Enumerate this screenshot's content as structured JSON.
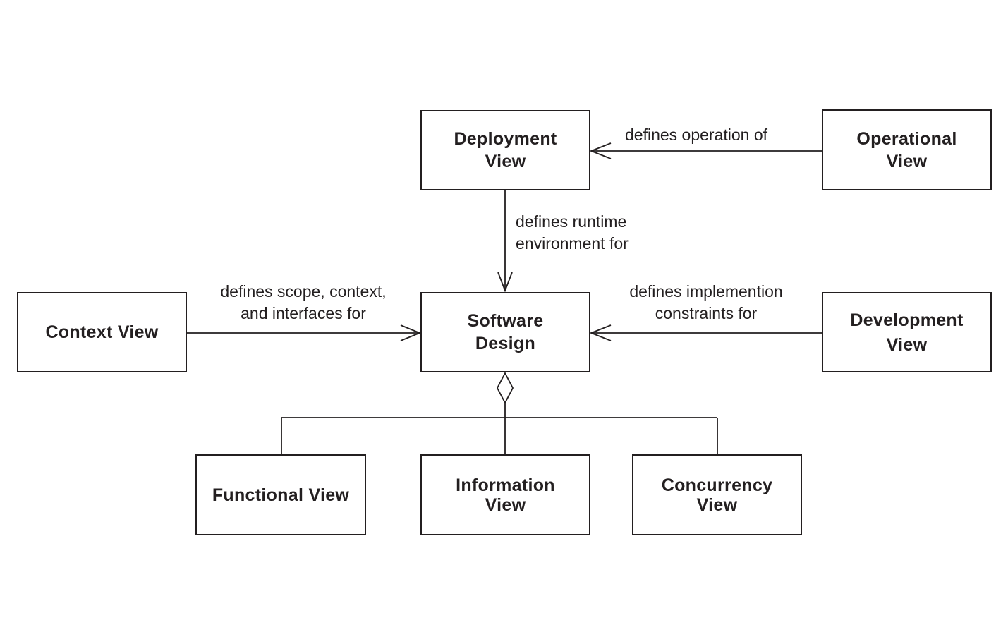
{
  "nodes": {
    "deployment": {
      "line1": "Deployment",
      "line2": "View"
    },
    "operational": {
      "line1": "Operational",
      "line2": "View"
    },
    "context": {
      "line1": "Context View"
    },
    "software": {
      "line1": "Software",
      "line2": "Design"
    },
    "development": {
      "line1": "Development",
      "line2": "View"
    },
    "functional": {
      "line1": "Functional View"
    },
    "information": {
      "line1": "Information",
      "line2": "View"
    },
    "concurrency": {
      "line1": "Concurrency",
      "line2": "View"
    }
  },
  "edges": {
    "operational_to_deployment": {
      "line1": "defines operation of"
    },
    "deployment_to_software": {
      "line1": "defines runtime",
      "line2": "environment for"
    },
    "context_to_software": {
      "line1": "defines scope, context,",
      "line2": "and interfaces for"
    },
    "development_to_software": {
      "line1": "defines implemention",
      "line2": "constraints for"
    }
  },
  "colors": {
    "stroke": "#231f20",
    "background": "#ffffff"
  }
}
